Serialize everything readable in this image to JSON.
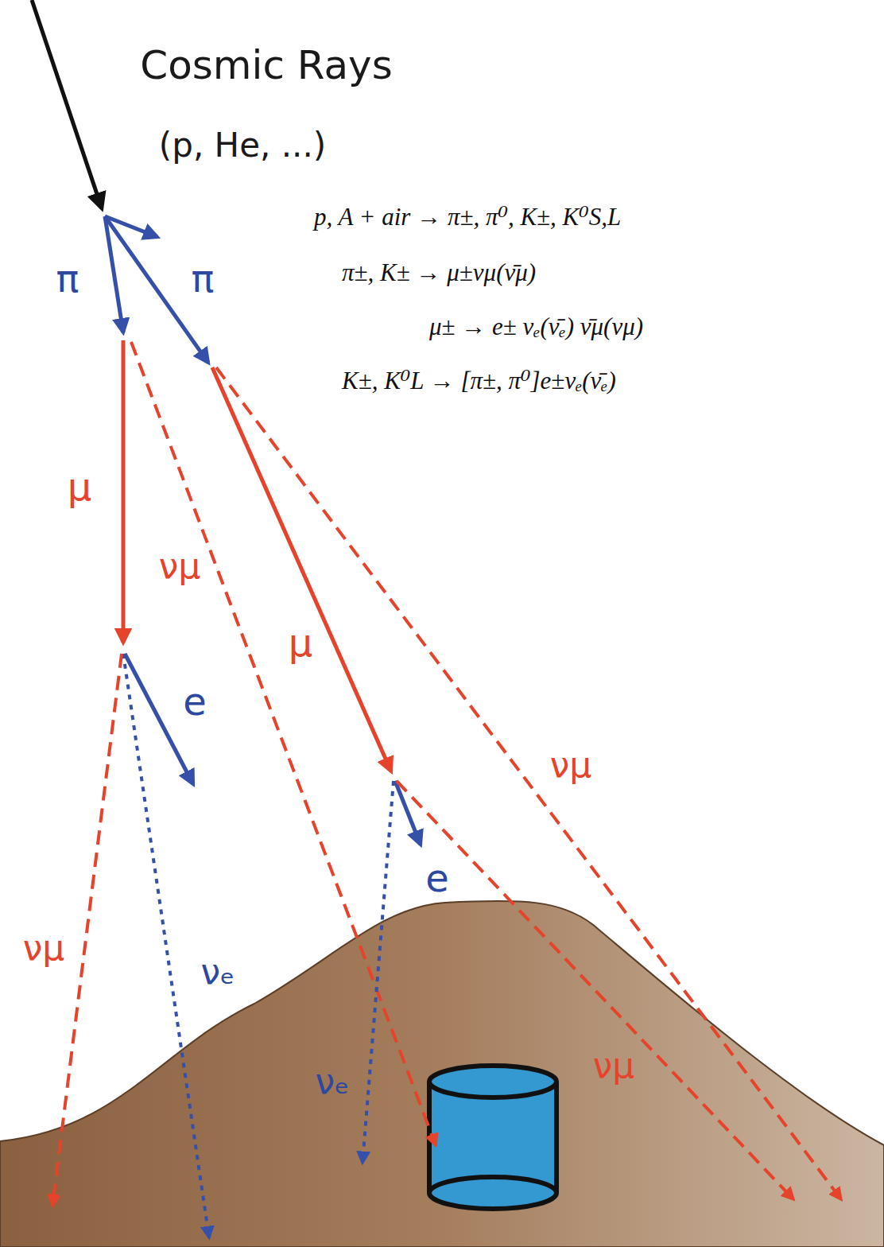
{
  "diagram": {
    "labels": [
      "Cosmic Rays",
      "(p, He, ...)",
      "p, A + air → π±, π⁰, K±, K⁰S,L",
      "π±, K± → μ±νμ(ν̄μ)",
      "μ± → e± νₑ(ν̄ₑ) ν̄μ(νμ)",
      "K±, K⁰L → [π±, π⁰]e±νₑ(ν̄ₑ)",
      "π",
      "π",
      "μ",
      "νμ",
      "μ",
      "e",
      "νμ",
      "e",
      "νμ",
      "νₑ",
      "νₑ",
      "νμ"
    ]
  }
}
